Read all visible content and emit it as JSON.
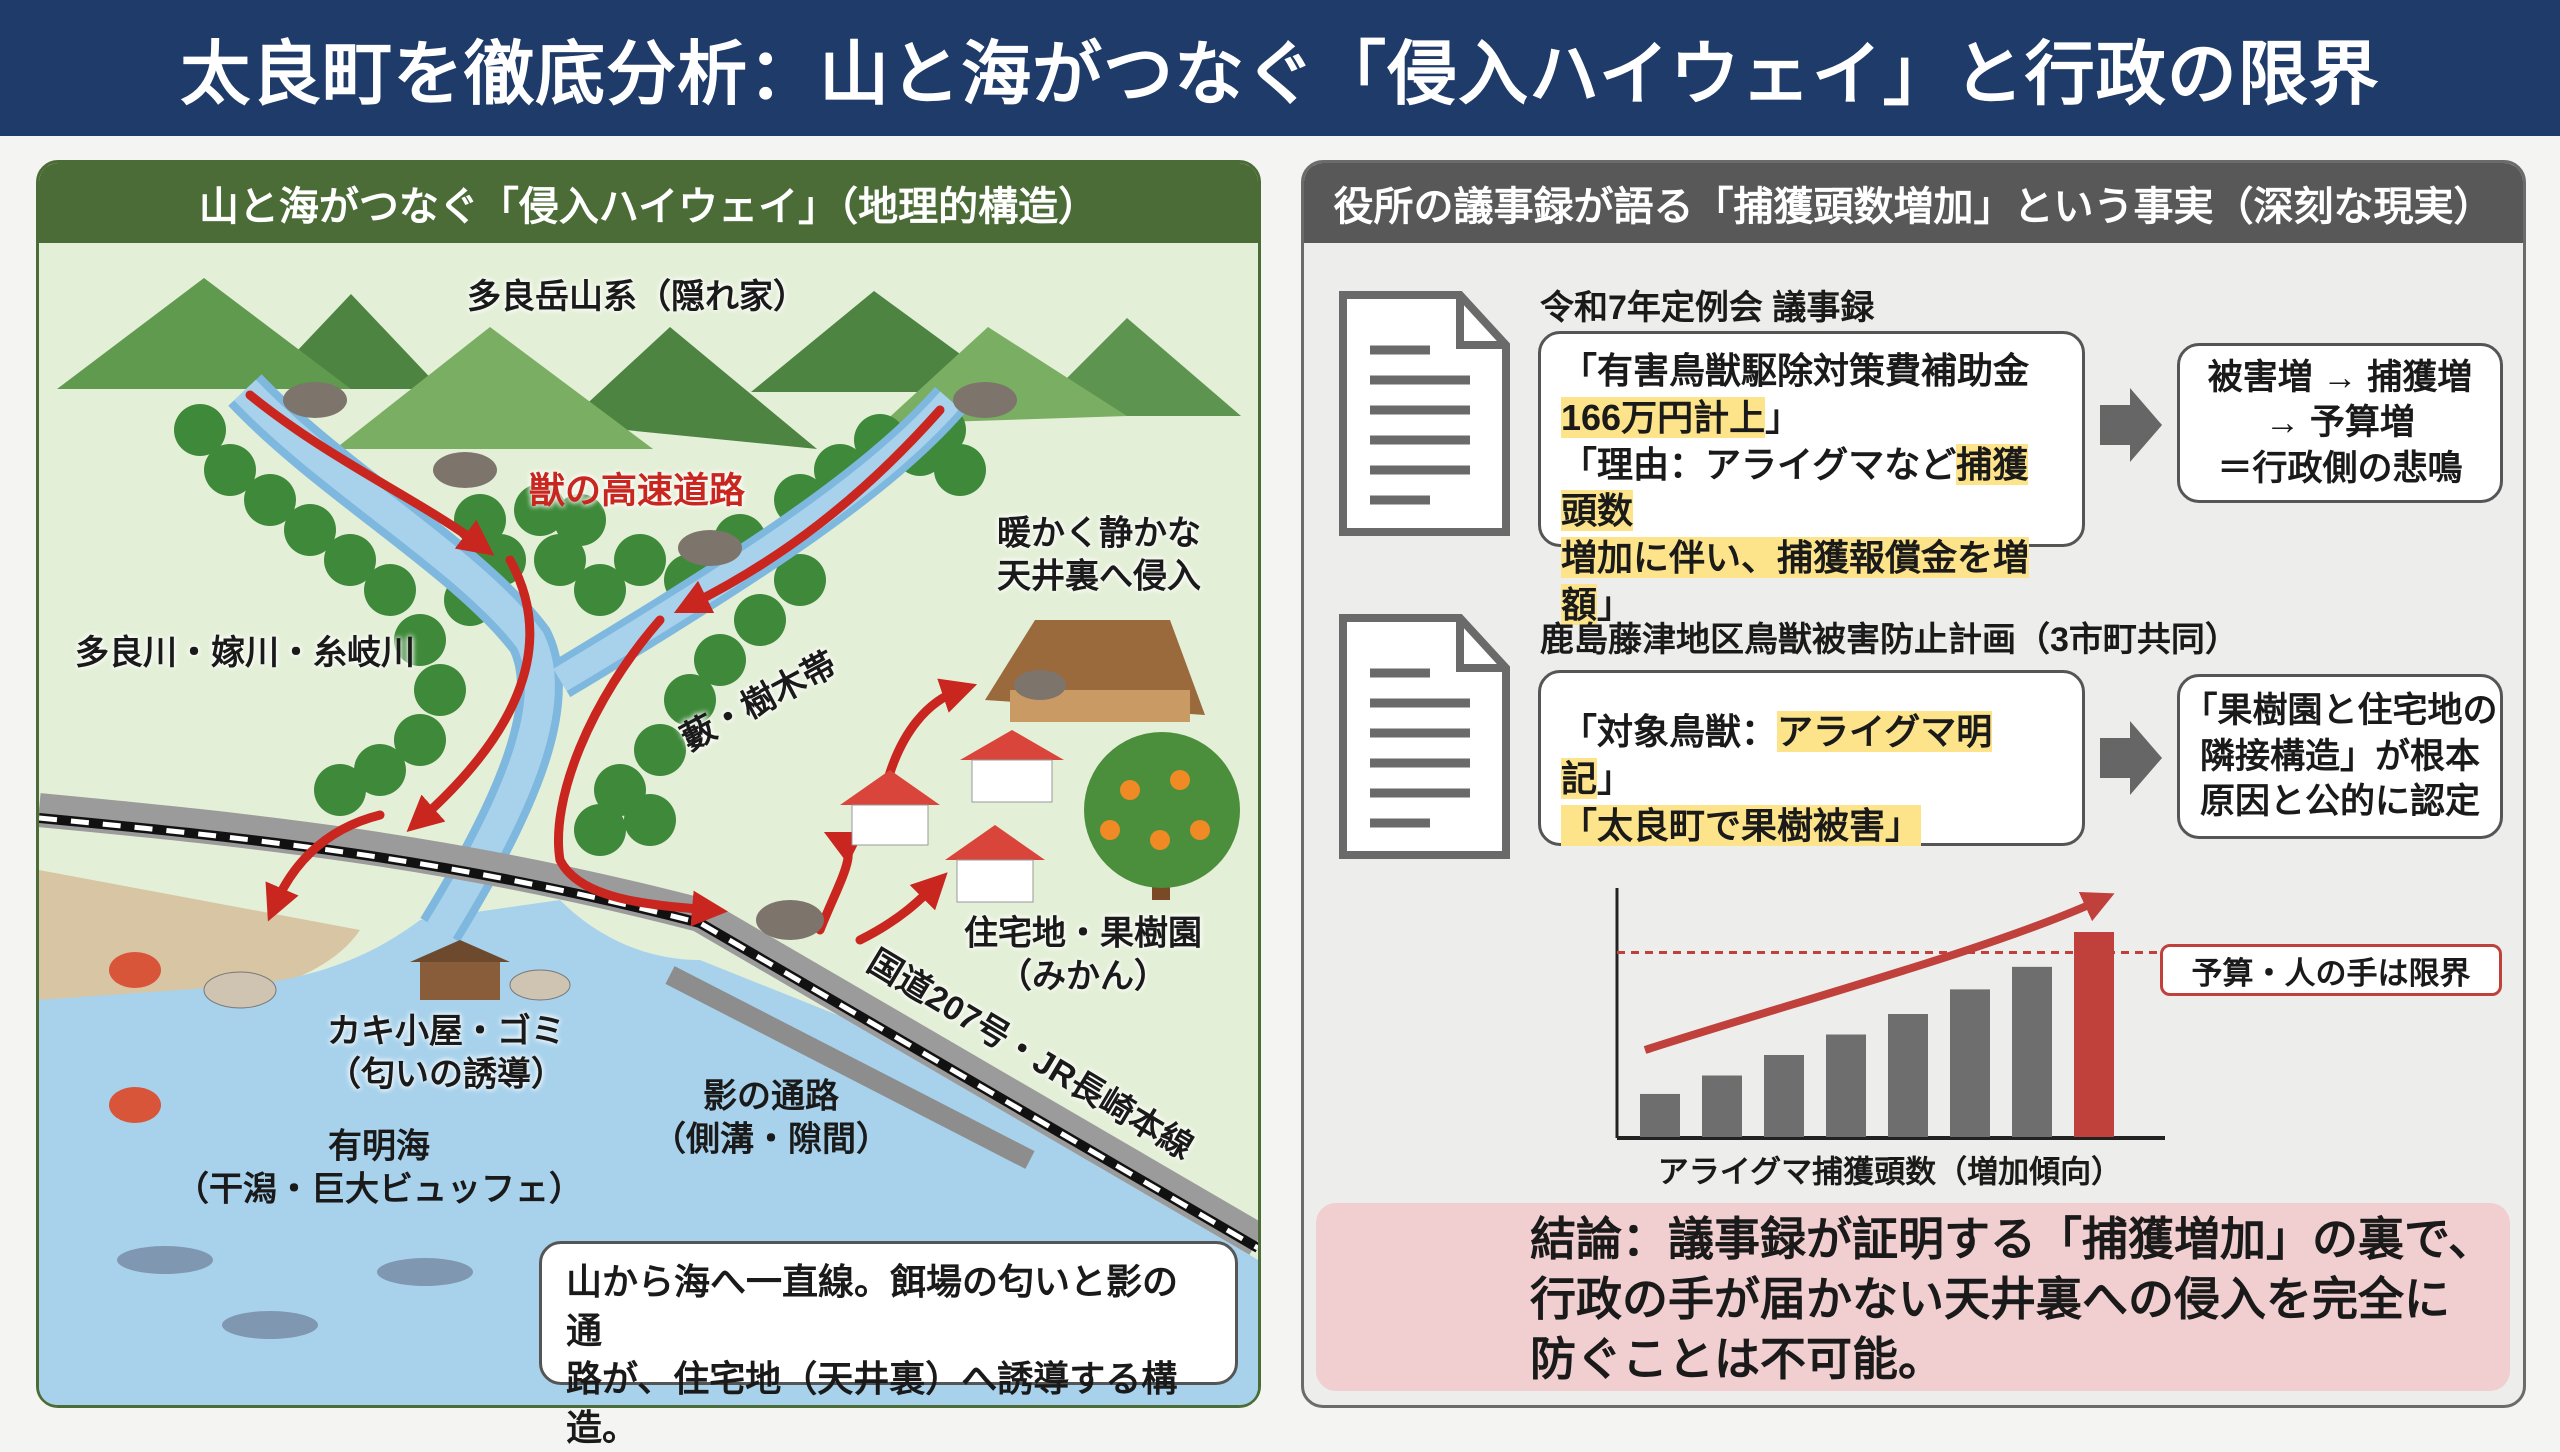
{
  "title": "太良町を徹底分析：山と海がつなぐ「侵入ハイウェイ」と行政の限界",
  "left_panel": {
    "header": "山と海がつなぐ「侵入ハイウェイ」（地理的構造）",
    "labels": {
      "mountains": "多良岳山系（隠れ家）",
      "highway": "獣の高速道路",
      "attic_1": "暖かく静かな",
      "attic_2": "天井裏へ侵入",
      "rivers": "多良川・嫁川・糸岐川",
      "thicket": "藪・樹木帯",
      "residential_1": "住宅地・果樹園",
      "residential_2": "（みかん）",
      "road": "国道207号・JR長崎本線",
      "oyster_1": "カキ小屋・ゴミ",
      "oyster_2": "（匂いの誘導）",
      "shadow_1": "影の通路",
      "shadow_2": "（側溝・隙間）",
      "sea_1": "有明海",
      "sea_2": "（干潟・巨大ビュッフェ）"
    },
    "note_1": "山から海へ一直線。餌場の匂いと影の通",
    "note_2": "路が、住宅地（天井裏）へ誘導する構造。"
  },
  "right_panel": {
    "header": "役所の議事録が語る「捕獲頭数増加」という事実（深刻な現実）",
    "doc1": {
      "heading": "令和7年定例会 議事録",
      "l1": "「有害鳥獣駆除対策費補助金",
      "l2_hl": "166万円計上",
      "l2_end": "」",
      "l3_start": "「理由：アライグマなど",
      "l3_hl": "捕獲頭数",
      "l4_hl": "増加に伴い、捕獲報償金を増額",
      "l4_end": "」",
      "result_1": "被害増 → 捕獲増",
      "result_2": "→ 予算増",
      "result_3": "＝行政側の悲鳴"
    },
    "doc2": {
      "heading": "鹿島藤津地区鳥獣被害防止計画（3市町共同）",
      "l1_start": "「対象鳥獣：",
      "l1_hl": "アライグマ明記",
      "l1_end": "」",
      "l2_start": "「",
      "l2_hl": "太良町で果樹被害",
      "l2_end": "」",
      "result_1": "「果樹園と住宅地の",
      "result_2": "隣接構造」が根本",
      "result_3": "原因と公的に認定"
    },
    "chart_data": {
      "type": "bar",
      "xlabel": "アライグマ捕獲頭数（増加傾向）",
      "values": [
        21,
        30,
        40,
        50,
        60,
        72,
        83,
        100
      ],
      "highlight_last": true,
      "threshold": 90,
      "threshold_label": "予算・人の手は限界",
      "colors": {
        "bar": "#6e6e6e",
        "last_bar": "#c0403c",
        "trend": "#c0403c"
      }
    },
    "conclusion": {
      "l1": "結論：議事録が証明する「捕獲増加」の裏で、",
      "l2": "行政の手が届かない天井裏への侵入を完全に",
      "l3": "防ぐことは不可能。"
    }
  },
  "colors": {
    "title_bg": "#1f3b6a",
    "left_header": "#4b6c36",
    "right_header": "#585858",
    "highlight": "#fde48a",
    "conclusion_bg": "#f1cfd0",
    "arrow_red": "#c8261f"
  }
}
